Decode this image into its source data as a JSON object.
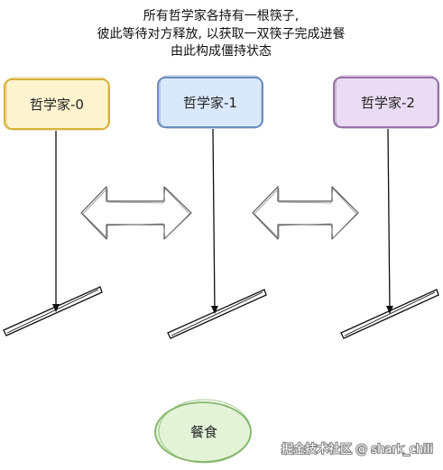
{
  "caption": {
    "lines": [
      "所有哲学家各持有一根筷子,",
      "彼此等待对方释放, 以获取一双筷子完成进餐",
      "由此构成僵持状态"
    ]
  },
  "philosophers": [
    {
      "label": "哲学家-0",
      "fill": "#fdf3cf",
      "stroke": "#d7b23a"
    },
    {
      "label": "哲学家-1",
      "fill": "#dae8fc",
      "stroke": "#6c8ebf"
    },
    {
      "label": "哲学家-2",
      "fill": "#e9dcf3",
      "stroke": "#9673a6"
    }
  ],
  "food": {
    "label": "餐食",
    "fill": "#e2f3d8",
    "stroke": "#82b366"
  },
  "watermark": {
    "text": "掘金技术社区 @ shark_chili"
  }
}
